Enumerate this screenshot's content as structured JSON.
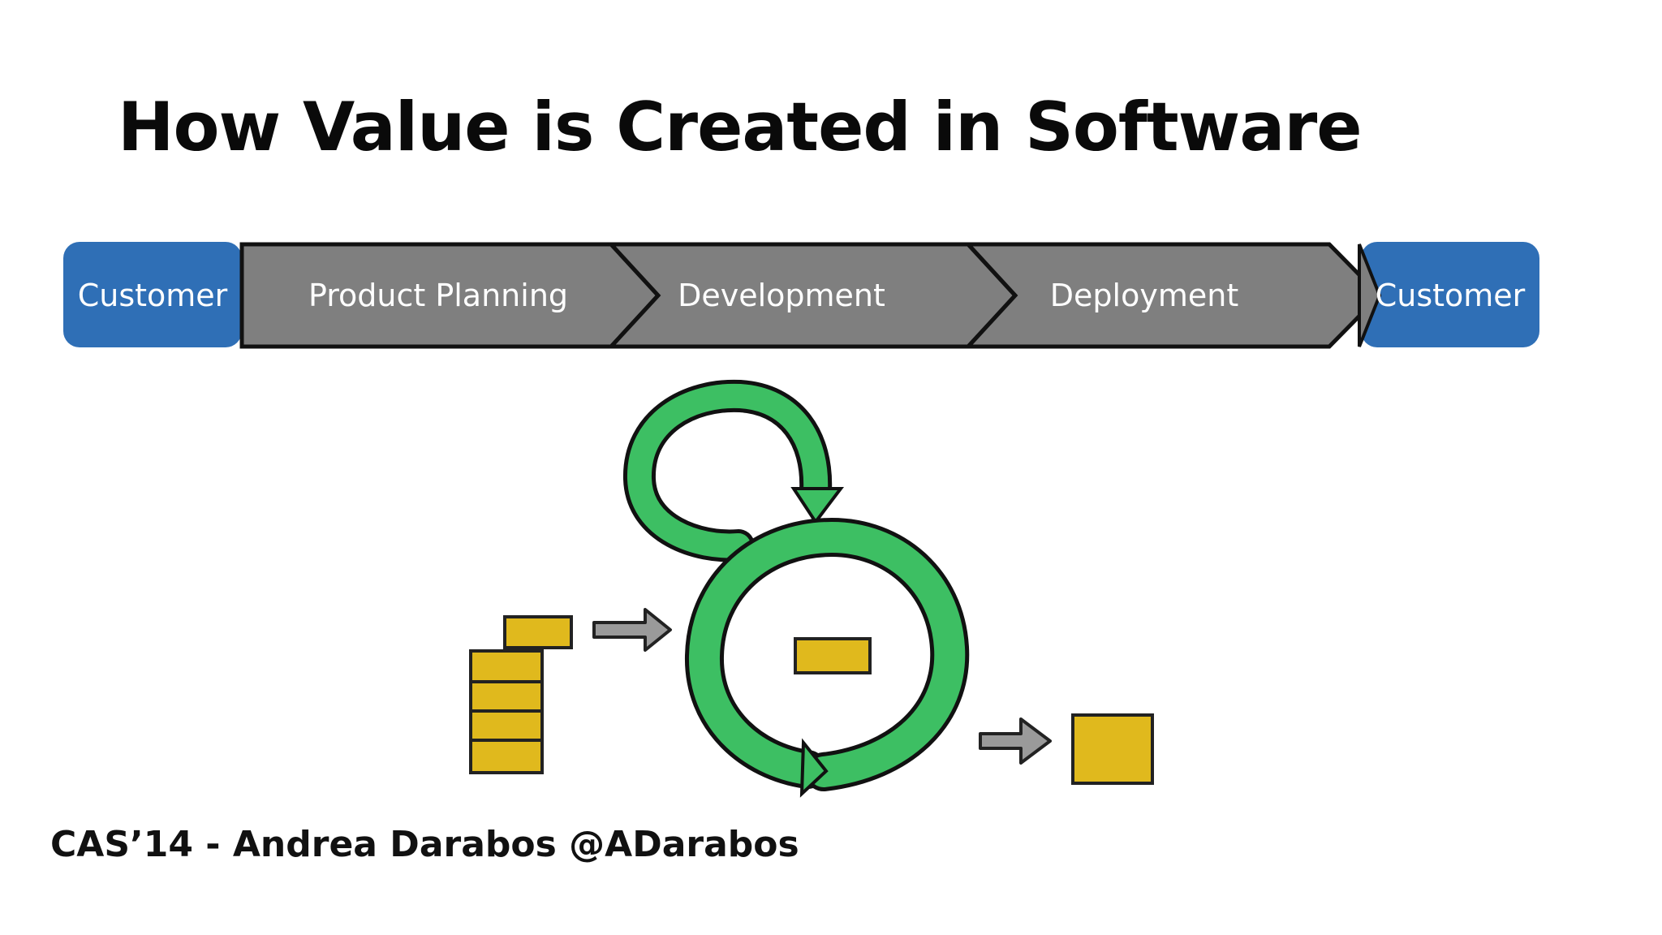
{
  "slide": {
    "title": "How Value is Created in Software",
    "footer": "CAS’14 - Andrea Darabos @ADarabos"
  },
  "flow": {
    "start": "Customer",
    "steps": [
      "Product Planning",
      "Development",
      "Deployment"
    ],
    "end": "Customer"
  },
  "colors": {
    "customer_fill": "#2f6fb6",
    "step_fill": "#7f7f7f",
    "outline": "#111111",
    "loop_green": "#3dbf63",
    "item_yellow": "#e0b91d",
    "arrow_gray": "#9a9a9a"
  },
  "illustration": {
    "icons": [
      "work-item-stack-icon",
      "input-arrow-icon",
      "iteration-loop-icon",
      "work-item-in-progress-icon",
      "output-arrow-icon",
      "delivered-item-icon"
    ]
  }
}
